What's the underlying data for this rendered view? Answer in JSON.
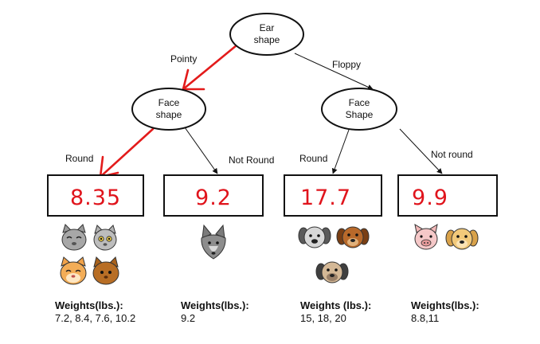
{
  "root": {
    "line1": "Ear",
    "line2": "shape"
  },
  "edges": {
    "pointy": "Pointy",
    "floppy": "Floppy"
  },
  "left_node": {
    "line1": "Face",
    "line2": "shape"
  },
  "right_node": {
    "line1": "Face",
    "line2": "Shape"
  },
  "left_edges": {
    "round": "Round",
    "not_round": "Not Round"
  },
  "right_edges": {
    "round": "Round",
    "not_round": "Not round"
  },
  "leaves": [
    {
      "value": "8.35",
      "weights_title": "Weights(lbs.):",
      "weights": "7.2, 8.4, 7.6, 10.2",
      "animals": [
        "cat",
        "cat",
        "cat",
        "cat"
      ]
    },
    {
      "value": "9.2",
      "weights_title": "Weights(lbs.):",
      "weights": "9.2",
      "animals": [
        "wolf"
      ]
    },
    {
      "value": "17.7",
      "weights_title": "Weights (lbs.):",
      "weights": "15,  18, 20",
      "animals": [
        "dog",
        "dog",
        "dog"
      ]
    },
    {
      "value": "9.9",
      "weights_title": "Weights(lbs.):",
      "weights": "8.8,11",
      "animals": [
        "pig",
        "dog"
      ]
    }
  ],
  "colors": {
    "highlight_path": "#e31b1b",
    "leaf_value": "#e0141c",
    "outline": "#111111"
  }
}
